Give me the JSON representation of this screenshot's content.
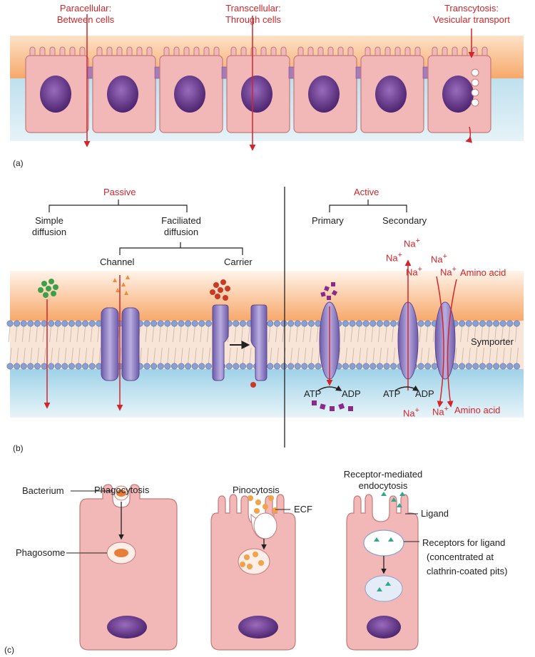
{
  "colors": {
    "accent_red": "#d3252a",
    "cell_pink": "#f2b8b8",
    "cell_border": "#c47a7a",
    "nucleus_purple": "#6e3f8f",
    "apical_orange": "#f7b37a",
    "basal_blue": "#bfe0ee",
    "membrane_head": "#8aa0d0",
    "protein_purple": "#8b7ac0"
  },
  "panel_a": {
    "letter": "(a)",
    "paracellular": {
      "line1": "Paracellular:",
      "line2": "Between cells"
    },
    "transcellular": {
      "line1": "Transcellular:",
      "line2": "Through cells"
    },
    "transcytosis": {
      "line1": "Transcytosis:",
      "line2": "Vesicular transport"
    }
  },
  "panel_b": {
    "letter": "(b)",
    "passive": "Passive",
    "active": "Active",
    "simple": {
      "line1": "Simple",
      "line2": "diffusion"
    },
    "facilitated": {
      "line1": "Faciliated",
      "line2": "diffusion"
    },
    "channel": "Channel",
    "carrier": "Carrier",
    "primary": "Primary",
    "secondary": "Secondary",
    "symporter": "Symporter",
    "atp": "ATP",
    "adp": "ADP",
    "na": "Na",
    "na_sup": "+",
    "amino_acid": "Amino acid"
  },
  "panel_c": {
    "letter": "(c)",
    "phagocytosis": "Phagocytosis",
    "pinocytosis": "Pinocytosis",
    "receptor_mediated": {
      "line1": "Receptor-mediated",
      "line2": "endocytosis"
    },
    "bacterium": "Bacterium",
    "phagosome": "Phagosome",
    "ecf": "ECF",
    "ligand": "Ligand",
    "receptors": {
      "line1": "Receptors for ligand",
      "line2": "(concentrated at",
      "line3": "clathrin-coated pits)"
    }
  }
}
